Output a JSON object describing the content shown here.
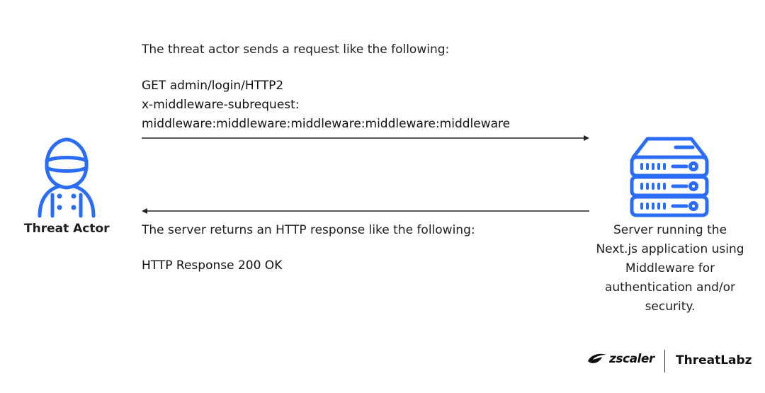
{
  "request": {
    "intro": "The threat actor sends a request like the following:",
    "line1": "GET admin/login/HTTP2",
    "line2": "x-middleware-subrequest:",
    "line3": "middleware:middleware:middleware:middleware:middleware"
  },
  "response": {
    "intro": "The server returns an HTTP response like the following:",
    "status": "HTTP Response 200 OK"
  },
  "actor": {
    "label": "Threat Actor",
    "icon": "hacker-icon"
  },
  "server": {
    "icon": "server-icon",
    "label_lines": [
      "Server running the",
      "Next.js application using",
      "Middleware for",
      "authentication and/or",
      "security."
    ]
  },
  "branding": {
    "logo": "zscaler",
    "product": "ThreatLabz"
  },
  "colors": {
    "icon_blue": "#2a6cf6",
    "arrow": "#222222"
  }
}
